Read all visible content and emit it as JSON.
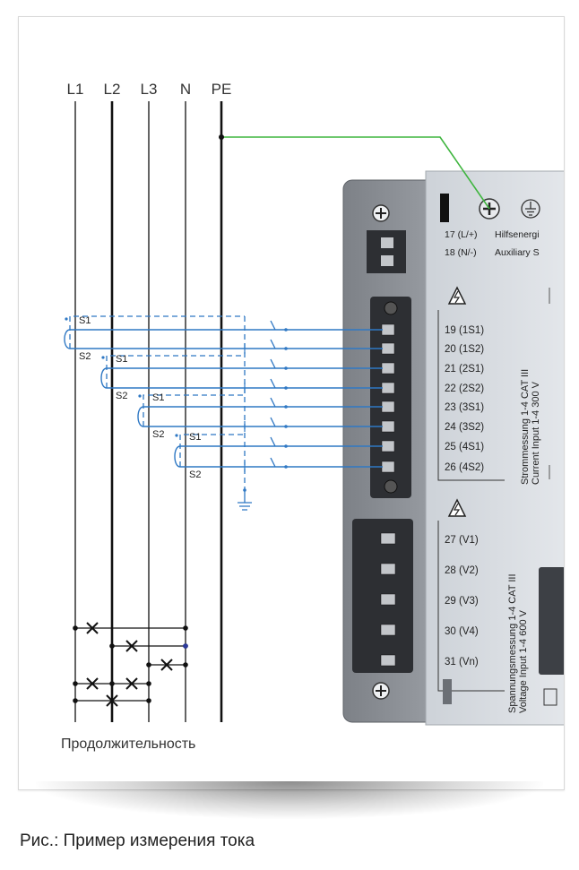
{
  "line_labels": [
    "L1",
    "L2",
    "L3",
    "N",
    "PE"
  ],
  "ct_labels": {
    "s1": "S1",
    "s2": "S2"
  },
  "aux_terminals": [
    "17 (L/+)",
    "18 (N/-)"
  ],
  "aux_desc": [
    "Hilfsenergi",
    "Auxiliary S"
  ],
  "current_terminals": [
    "19 (1S1)",
    "20 (1S2)",
    "21 (2S1)",
    "22 (2S2)",
    "23 (3S1)",
    "24 (3S2)",
    "25 (4S1)",
    "26 (4S2)"
  ],
  "current_label": [
    "Strommessung 1-4  CAT III",
    "Current Input 1-4  300 V"
  ],
  "voltage_terminals": [
    "27 (V1)",
    "28 (V2)",
    "29 (V3)",
    "30 (V4)",
    "31 (Vn)"
  ],
  "voltage_label": [
    "Spannungsmessung 1-4  CAT III",
    "Voltage Input 1-4  600 V"
  ],
  "continuation": "Продолжительность",
  "caption": "Рис.: Пример измерения тока",
  "colors": {
    "ground_wire": "#3fb53f",
    "current_wire": "#2f78c4",
    "lines": "#111111",
    "device": "#d5d9df"
  }
}
